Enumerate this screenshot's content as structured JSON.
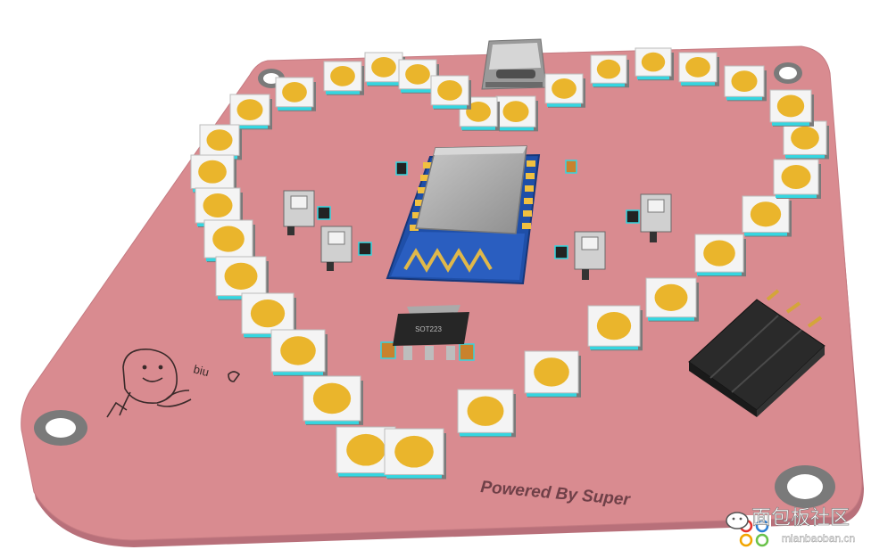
{
  "board": {
    "silkscreen_credit": "Powered By Super",
    "doodle_caption": "biu",
    "regulator_marking": "SOT223"
  },
  "watermark": {
    "title": "面包板社区",
    "url": "mianbaoban.cn"
  },
  "colors": {
    "pcb": "#d98b90",
    "pcb_edge": "#b8707a",
    "led_body": "#f4f4f4",
    "led_lens": "#eab52c",
    "esp_module": "#1f4fa8",
    "shield": "#a9a9a9"
  }
}
